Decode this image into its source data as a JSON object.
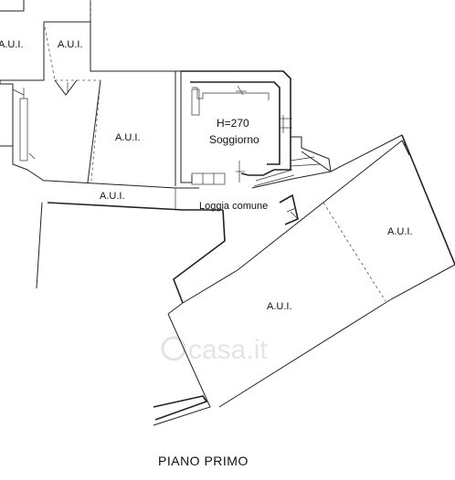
{
  "plan": {
    "title": "PIANO PRIMO",
    "watermark": "casa.it",
    "rooms": {
      "aui_top_left": "A.U.I.",
      "aui_top_center": "A.U.I.",
      "aui_mid_left": "A.U.I.",
      "aui_corridor": "A.U.I.",
      "aui_right": "A.U.I.",
      "aui_bottom": "A.U.I.",
      "height": "H=270",
      "soggiorno": "Soggiorno",
      "loggia": "Loggia comune"
    }
  }
}
